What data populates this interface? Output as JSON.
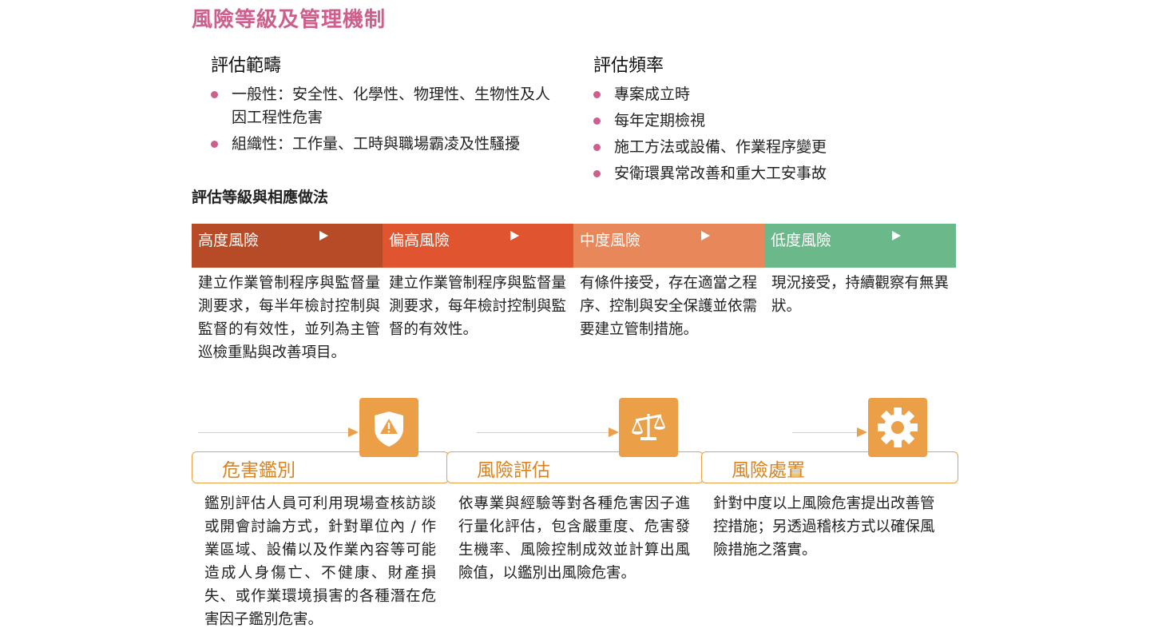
{
  "title": "風險等級及管理機制",
  "scope": {
    "heading": "評估範疇",
    "items": [
      "一般性：安全性、化學性、物理性、生物性及人因工程性危害",
      "組織性：工作量、工時與職場霸凌及性騷擾"
    ]
  },
  "frequency": {
    "heading": "評估頻率",
    "items": [
      "專案成立時",
      "每年定期檢視",
      "施工方法或設備、作業程序變更",
      "安衛環異常改善和重大工安事故"
    ]
  },
  "levels_heading": "評估等級與相應做法",
  "levels": [
    {
      "label": "高度風險",
      "color": "#b84b27",
      "desc": "建立作業管制程序與監督量測要求，每半年檢討控制與監督的有效性，並列為主管巡檢重點與改善項目。"
    },
    {
      "label": "偏高風險",
      "color": "#e05530",
      "desc": "建立作業管制程序與監督量測要求，每年檢討控制與監督的有效性。"
    },
    {
      "label": "中度風險",
      "color": "#e8875a",
      "desc": "有條件接受，存在適當之程序、控制與安全保護並依需要建立管制措施。"
    },
    {
      "label": "低度風險",
      "color": "#6bb98a",
      "desc": "現況接受，持續觀察有無異狀。"
    }
  ],
  "steps": [
    {
      "label": "危害鑑別",
      "icon": "shield-warning-icon",
      "desc": "鑑別評估人員可利用現場查核訪談或開會討論方式，針對單位內 / 作業區域、設備以及作業內容等可能造成人身傷亡、不健康、財產損失、或作業環境損害的各種潛在危害因子鑑別危害。"
    },
    {
      "label": "風險評估",
      "icon": "scale-icon",
      "desc": "依專業與經驗等對各種危害因子進行量化評估，包含嚴重度、危害發生機率、風險控制成效並計算出風險值，以鑑別出風險危害。"
    },
    {
      "label": "風險處置",
      "icon": "gear-icon",
      "desc": "針對中度以上風險危害提出改善管控措施；另透過稽核方式以確保風險措施之落實。"
    }
  ],
  "colors": {
    "accent_pink": "#cc5f8c",
    "accent_orange": "#eba048"
  }
}
